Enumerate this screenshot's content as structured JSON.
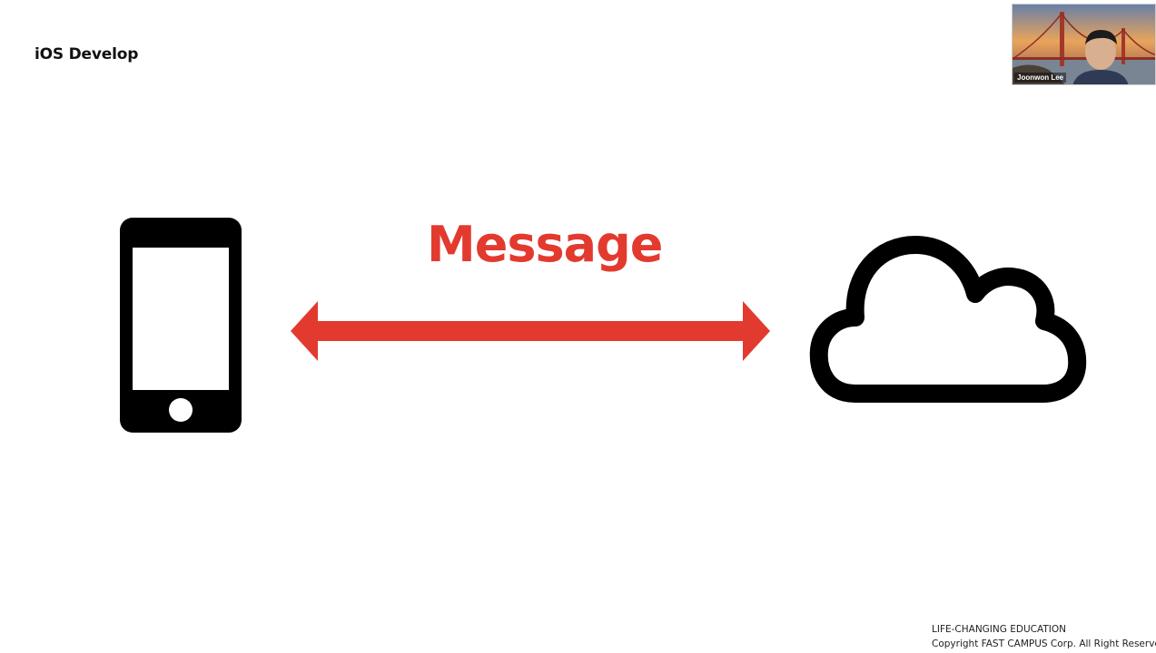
{
  "slide": {
    "title": "iOS Develop",
    "message_label": "Message"
  },
  "video": {
    "speaker_name": "Joonwon Lee"
  },
  "footer": {
    "line1": "LIFE-CHANGING EDUCATION",
    "line2": "Copyright FAST CAMPUS Corp. All Right Reserved"
  },
  "colors": {
    "accent": "#e33a2f",
    "icon": "#000000",
    "background": "#ffffff"
  },
  "icons": {
    "device": "smartphone-icon",
    "server": "cloud-icon",
    "connection": "double-arrow-icon"
  }
}
